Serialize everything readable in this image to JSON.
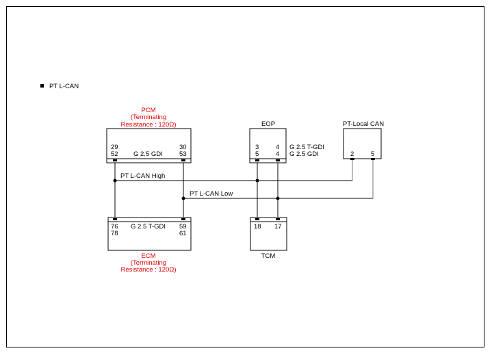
{
  "section": {
    "bullet": "■",
    "title": "PT L-CAN"
  },
  "pcm": {
    "title": "PCM",
    "note_line1": "(Terminating",
    "note_line2": "Resistance : 120Ω)",
    "pin_a_top": "29",
    "pin_a_bottom": "52",
    "pin_b_top": "30",
    "pin_b_bottom": "53",
    "variant": "G 2.5 GDI"
  },
  "eop": {
    "title": "EOP",
    "pin_a_top": "3",
    "pin_a_bottom": "5",
    "pin_b_top": "4",
    "pin_b_bottom": "4",
    "variant_1": "G 2.5 T-GDI",
    "variant_2": "G 2.5 GDI"
  },
  "local_can": {
    "title": "PT-Local CAN",
    "pin_a": "2",
    "pin_b": "5"
  },
  "ecm": {
    "title": "ECM",
    "note_line1": "(Terminating",
    "note_line2": "Resistance : 120Ω)",
    "pin_a_top": "76",
    "pin_a_bottom": "78",
    "pin_b_top": "59",
    "pin_b_bottom": "61",
    "variant": "G 2.5 T-GDI"
  },
  "tcm": {
    "title": "TCM",
    "pin_a": "18",
    "pin_b": "17"
  },
  "wires": {
    "high_label": "PT L-CAN High",
    "low_label": "PT L-CAN Low"
  },
  "colors": {
    "note_red": "#e00000",
    "line": "#000000",
    "gray_line": "#777777"
  }
}
